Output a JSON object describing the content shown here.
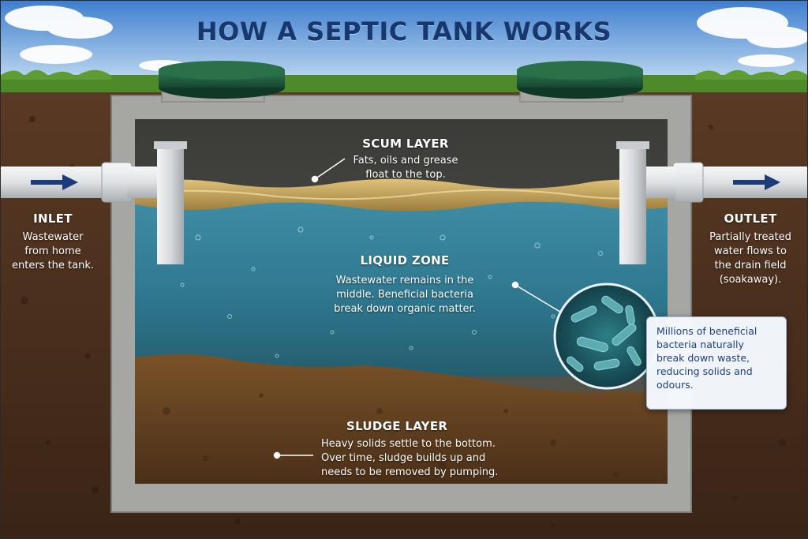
{
  "title": "HOW A SEPTIC TANK WORKS",
  "inlet": {
    "heading": "INLET",
    "lines": [
      "Wastewater",
      "from home",
      "enters the tank."
    ]
  },
  "outlet": {
    "heading": "OUTLET",
    "lines": [
      "Partially treated",
      "water flows to",
      "the drain field",
      "(soakaway)."
    ]
  },
  "scum_layer": {
    "heading": "SCUM LAYER",
    "lines": [
      "Fats, oils and grease",
      "float to the top."
    ]
  },
  "liquid_zone": {
    "heading": "LIQUID ZONE",
    "lines": [
      "Wastewater remains in the",
      "middle. Beneficial bacteria",
      "break down organic matter."
    ]
  },
  "sludge_layer": {
    "heading": "SLUDGE LAYER",
    "lines": [
      "Heavy solids settle to the bottom.",
      "Over time, sludge builds up and",
      "needs to be removed by pumping."
    ]
  },
  "bacteria_callout": {
    "lines": [
      "Millions of beneficial",
      "bacteria naturally",
      "break down waste,",
      "reducing solids and",
      "odours."
    ]
  },
  "colors": {
    "title": "#17386e",
    "arrow": "#1b3c78",
    "sky_top": "#3f7fd0",
    "grass": "#4f8a2a",
    "soil": "#4a2e1c",
    "concrete": "#a6a6a3",
    "water": "#2f7890",
    "scum": "#c9a658",
    "sludge": "#6a4522",
    "lid": "#1f5a3a",
    "pipe": "#dfe2e4",
    "callout_text": "#1f3f78"
  }
}
